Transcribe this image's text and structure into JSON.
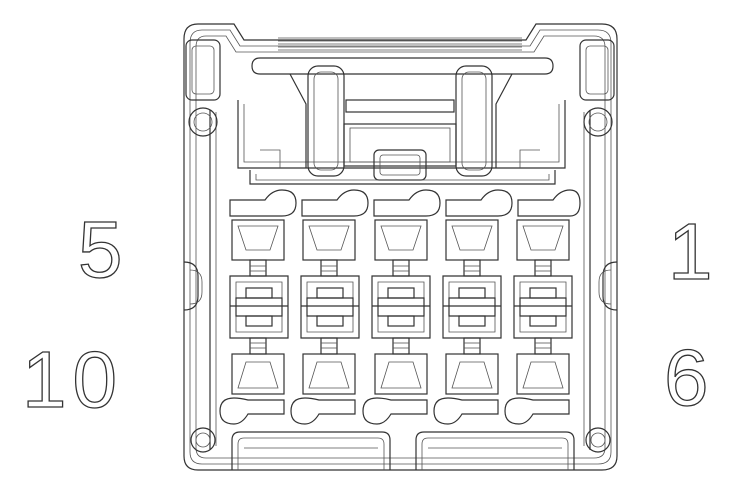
{
  "connector": {
    "pin_labels": {
      "top_left": "5",
      "top_right": "1",
      "bottom_left": "10",
      "bottom_right": "6"
    },
    "rows": 2,
    "columns": 5,
    "colors": {
      "stroke": "#333333",
      "background": "#ffffff"
    }
  }
}
